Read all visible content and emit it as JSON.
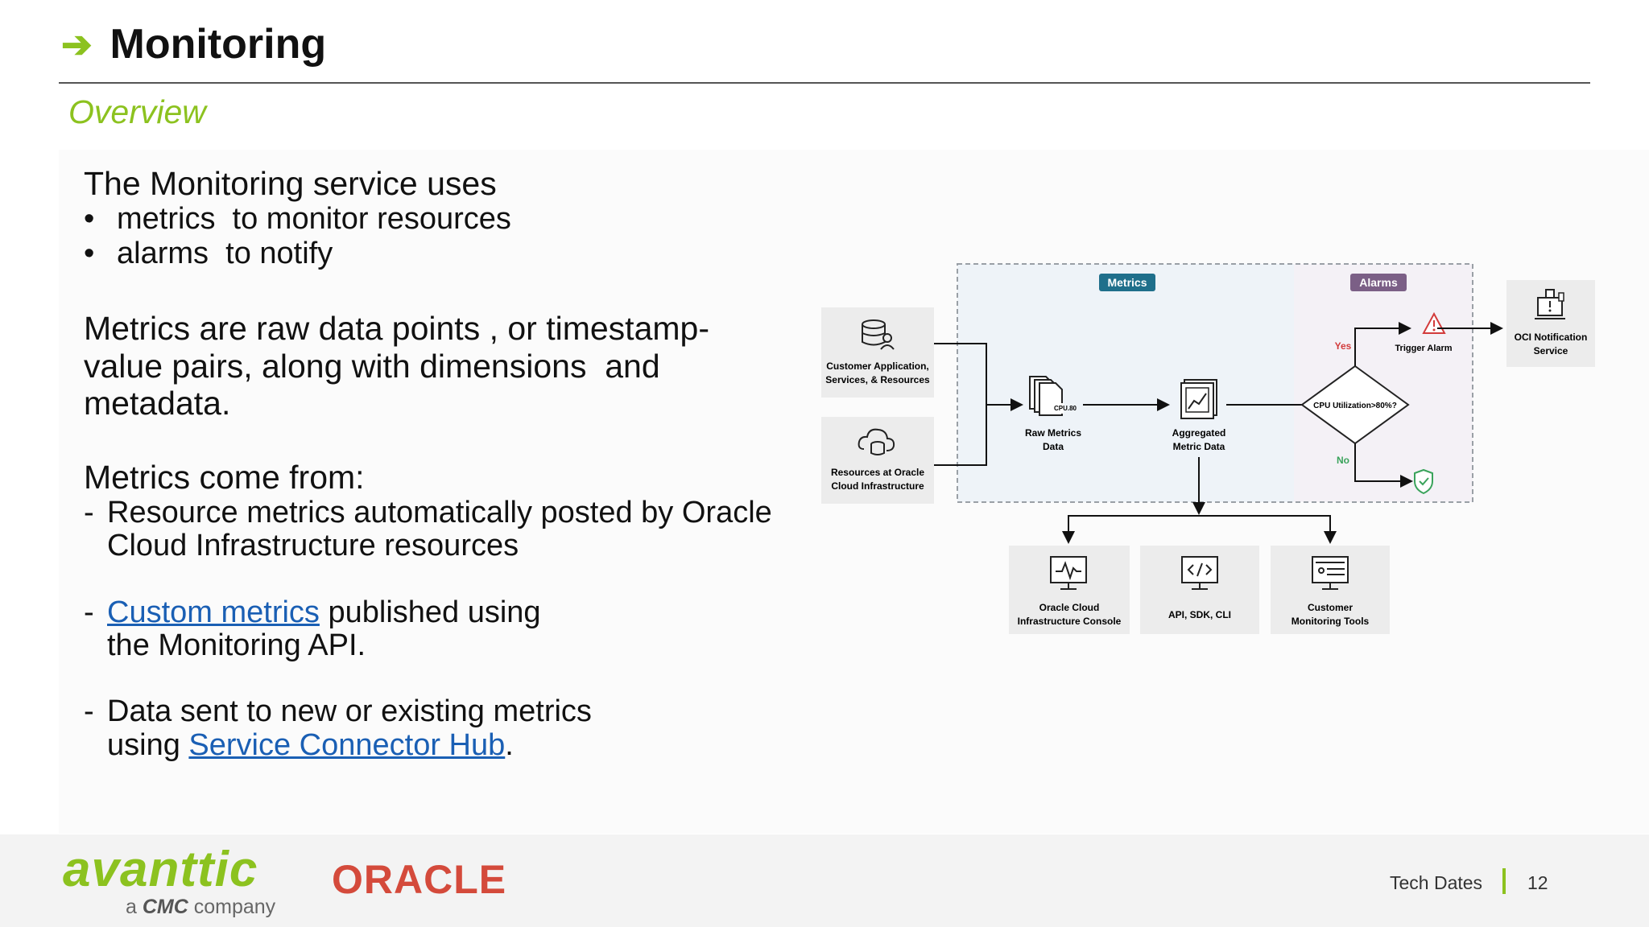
{
  "slide": {
    "title": "Monitoring",
    "subtitle": "Overview",
    "intro": "The Monitoring service uses",
    "bullets": [
      "metrics  to monitor resources",
      "alarms  to notify"
    ],
    "metrics_def": [
      "Metrics are raw data points , or timestamp-",
      "value pairs, along with dimensions  and",
      "metadata."
    ],
    "sources_head": "Metrics come from:",
    "source1": [
      "Resource metrics automatically posted by Oracle",
      "Cloud Infrastructure resources"
    ],
    "source2_link": "Custom metrics",
    "source2_rest": " published using",
    "source2_line2": "the Monitoring API.",
    "source3_line1": "Data sent to new or existing metrics",
    "source3_pre": "using ",
    "source3_link": "Service Connector Hub",
    "source3_post": "."
  },
  "diagram": {
    "metrics_badge": "Metrics",
    "alarms_badge": "Alarms",
    "box_customer": [
      "Customer Application,",
      "Services, & Resources"
    ],
    "box_resources": [
      "Resources at Oracle",
      "Cloud Infrastructure"
    ],
    "raw_metrics": [
      "Raw Metrics",
      "Data"
    ],
    "raw_tag": "CPU.80",
    "aggregated": [
      "Aggregated",
      "Metric Data"
    ],
    "decision": "CPU Utilization>80%?",
    "yes": "Yes",
    "no": "No",
    "trigger": "Trigger Alarm",
    "oci_notif": [
      "OCI Notification",
      "Service"
    ],
    "console": [
      "Oracle Cloud",
      "Infrastructure Console"
    ],
    "api": "API, SDK, CLI",
    "tools": [
      "Customer",
      "Monitoring Tools"
    ]
  },
  "footer": {
    "brand": "avanttic",
    "brand_sub_pre": "a ",
    "brand_sub_bold": "CMC",
    "brand_sub_post": " company",
    "partner": "ORACLE",
    "label": "Tech Dates",
    "page": "12"
  },
  "colors": {
    "accent": "#8cc21f",
    "link": "#1a5fb4",
    "metrics_badge": "#1f6f8b",
    "alarms_badge": "#7b5f86",
    "alert_red": "#d23b3b",
    "ok_green": "#3aa35b",
    "oracle_red": "#d44a3b"
  }
}
